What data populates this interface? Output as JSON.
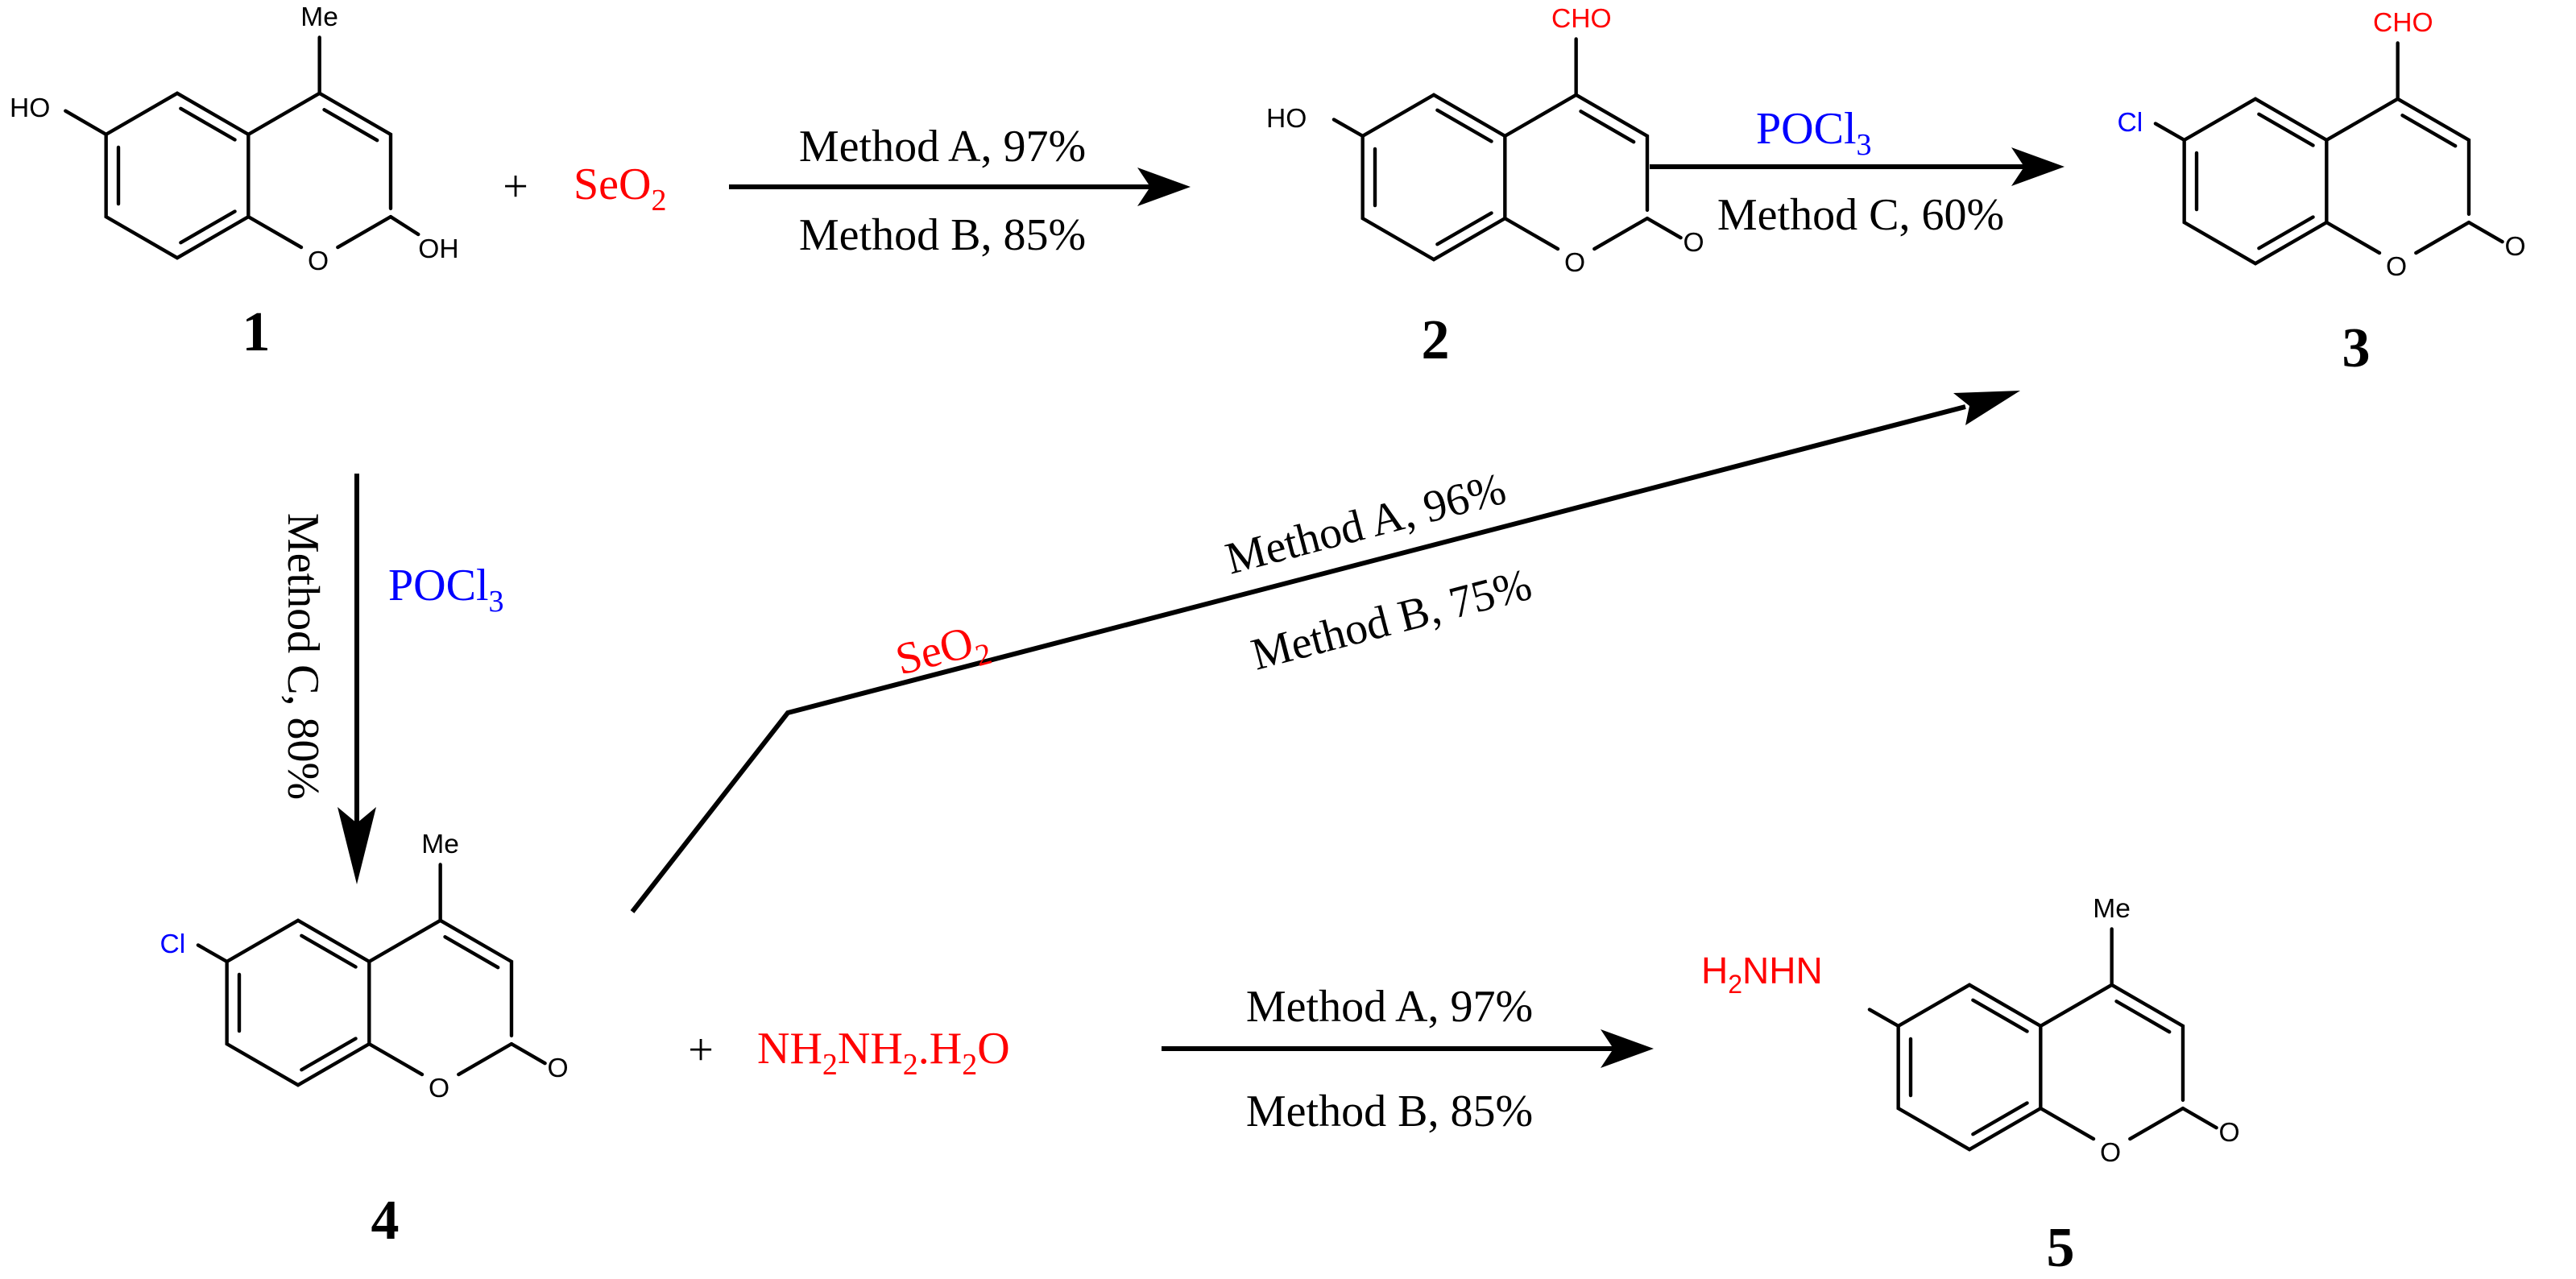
{
  "colors": {
    "black": "#000000",
    "red": "#ff0000",
    "blue": "#0000ff"
  },
  "compounds": [
    {
      "number": "1",
      "labels": {
        "sub": "Me",
        "oh_left": "HO",
        "ring_o": "O",
        "oh_right": "OH"
      }
    },
    {
      "number": "2",
      "labels": {
        "sub": "CHO",
        "oh_left": "HO",
        "ring_o": "O",
        "carbonyl_o": "O"
      }
    },
    {
      "number": "3",
      "labels": {
        "sub": "CHO",
        "cl": "Cl",
        "ring_o": "O",
        "carbonyl_o": "O"
      }
    },
    {
      "number": "4",
      "labels": {
        "sub": "Me",
        "cl": "Cl",
        "ring_o": "O",
        "carbonyl_o": "O"
      }
    },
    {
      "number": "5",
      "labels": {
        "sub": "Me",
        "nhnh": "H2NHN",
        "ring_o": "O",
        "carbonyl_o": "O"
      }
    }
  ],
  "plus_sign": "+",
  "reagents": {
    "seo2": {
      "main": "SeO",
      "sub": "2"
    },
    "pocl3": {
      "main": "POCl",
      "sub": "3"
    },
    "hydrazine": {
      "p1": "NH",
      "s1": "2",
      "p2": "NH",
      "s2": "2",
      "p3": ".H",
      "s3": "2",
      "p4": "O"
    },
    "h2nhn": {
      "p1": "H",
      "s1": "2",
      "p2": "NHN"
    }
  },
  "conditions": {
    "arrow_1_2": {
      "top": "Method A, 97%",
      "bottom": "Method B, 85%"
    },
    "arrow_2_3": {
      "bottom": "Method C, 60%"
    },
    "arrow_1_4": {
      "side": "Method C, 80%"
    },
    "arrow_4_3": {
      "top": "Method A, 96%",
      "bottom": "Method B, 75%"
    },
    "arrow_4_5": {
      "top": "Method A, 97%",
      "bottom": "Method B, 85%"
    }
  }
}
